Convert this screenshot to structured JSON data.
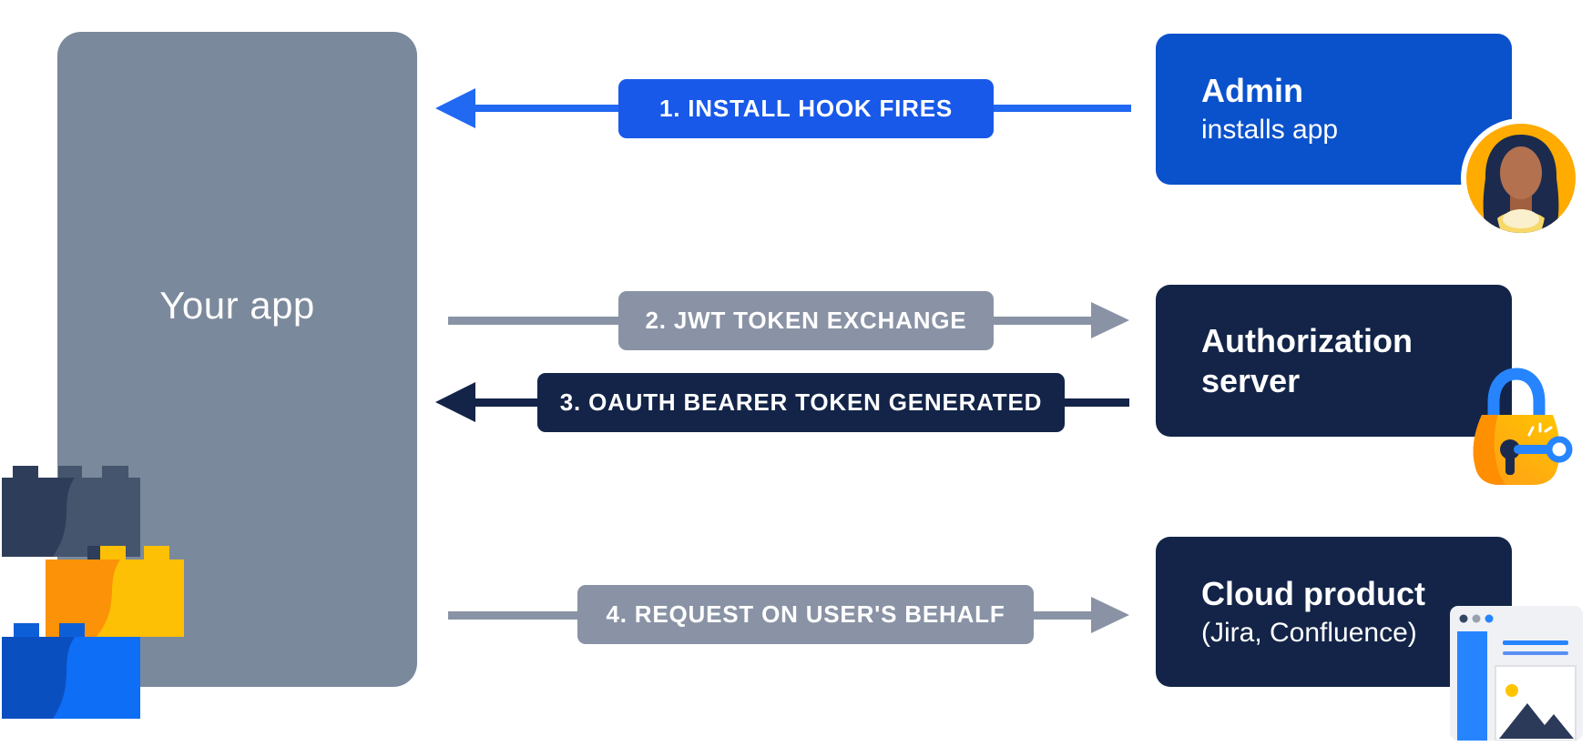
{
  "app_box": {
    "label": "Your app"
  },
  "arrows": [
    {
      "label": "1. INSTALL HOOK FIRES",
      "direction": "left",
      "color": "#1859E9"
    },
    {
      "label": "2. JWT TOKEN EXCHANGE",
      "direction": "right",
      "color": "#8A93A5"
    },
    {
      "label": "3. OAUTH BEARER TOKEN GENERATED",
      "direction": "left",
      "color": "#132448"
    },
    {
      "label": "4. REQUEST ON USER'S BEHALF",
      "direction": "right",
      "color": "#8A93A5"
    }
  ],
  "actors": [
    {
      "title": "Admin",
      "subtitle": "installs app",
      "icon": "person-avatar-icon",
      "color": "#0A51CC"
    },
    {
      "title": "Authorization server",
      "subtitle": "",
      "icon": "padlock-key-icon",
      "color": "#132448"
    },
    {
      "title": "Cloud product",
      "subtitle": "(Jira, Confluence)",
      "icon": "browser-window-icon",
      "color": "#132448"
    }
  ],
  "colors": {
    "background": "#FFFFFF",
    "app_panel_gray": "#7B899C",
    "arrow_gray": "#8A93A5",
    "arrow_blue": "#2168F2",
    "navy": "#132448",
    "admin_blue": "#0A51CC",
    "accent_yellow": "#FFAB00",
    "accent_orange": "#FB9207",
    "accent_bright_blue": "#2684FF"
  }
}
